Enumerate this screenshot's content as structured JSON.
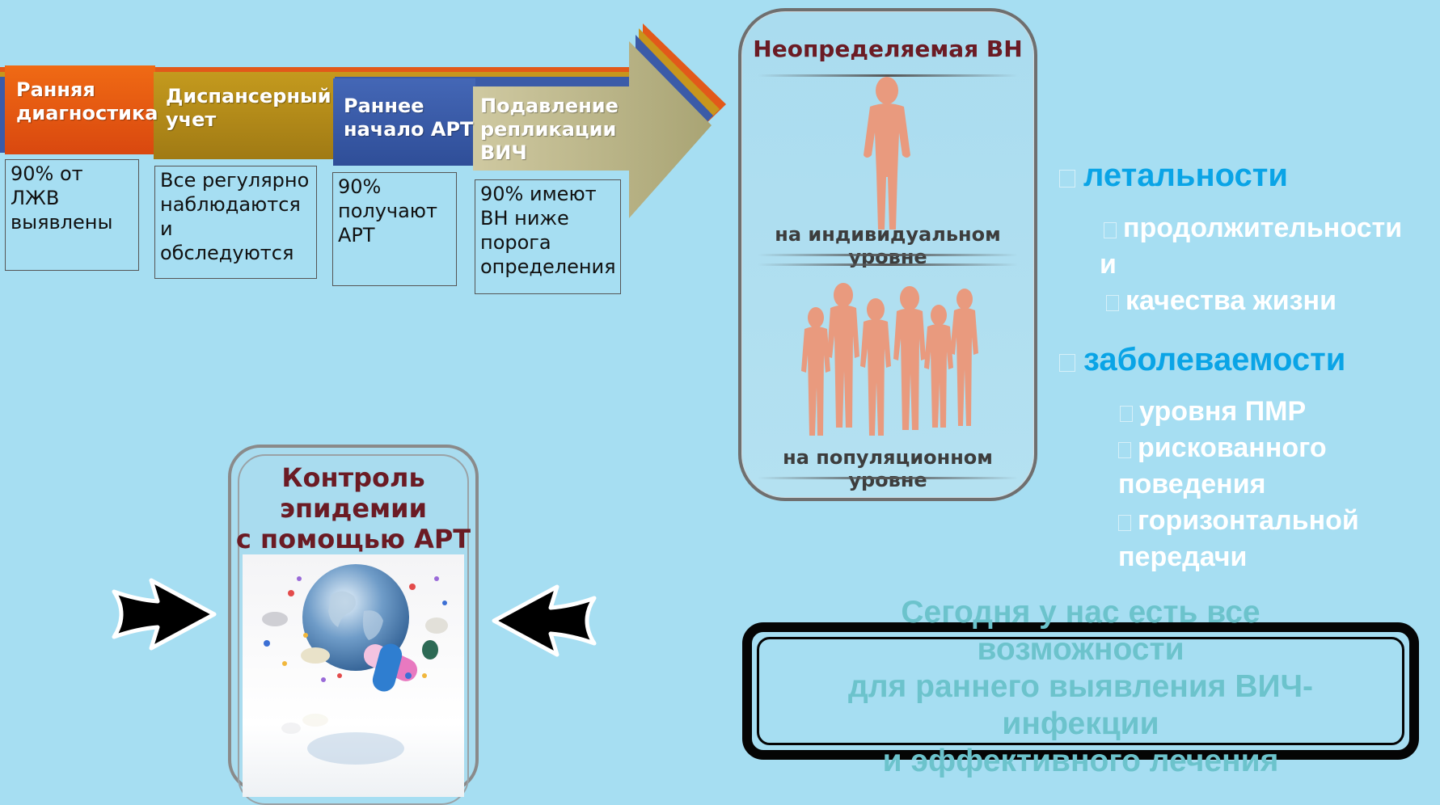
{
  "cascade": {
    "stages": [
      {
        "label": "Ранняя\nдиагностика",
        "box": "90% от ЛЖВ\nвыявлены",
        "color": "#e2591a"
      },
      {
        "label": "Диспансерный\nучет",
        "box": "Все регулярно\nнаблюдаются\nи обследуются",
        "color": "#b08a1a"
      },
      {
        "label": "Раннее\nначало АРТ",
        "box": "90%\nполучают\nАРТ",
        "color": "#3b5ba8"
      },
      {
        "label": "Подавление\nрепликации\nВИЧ",
        "box": "90% имеют\nВН ниже\nпорога\nопределения",
        "color": "#b5ad7f"
      }
    ]
  },
  "people_panel": {
    "title": "Неопределяемая ВН",
    "individual_label": "на индивидуальном уровне",
    "population_label": "на популяционном уровне",
    "figure_color": "#e99a7e"
  },
  "outcomes": {
    "mortality": "летальности",
    "life_expectancy": "продолжительности",
    "quality_line": "и  качества жизни",
    "quality_prefix": "и",
    "quality_text": "качества жизни",
    "morbidity": "заболеваемости",
    "mtct": "уровня ПМР",
    "risky": "рискованного\nповедения",
    "horizontal": "горизонтальной\nпередачи"
  },
  "control_panel": {
    "title": "Контроль\nэпидемии\nс помощью АРТ",
    "image_icon": "globe-with-pills-icon"
  },
  "message": {
    "text": "Сегодня у нас есть все\nвозможности\nдля раннего выявления ВИЧ-\nинфекции\nи эффективного лечения"
  }
}
